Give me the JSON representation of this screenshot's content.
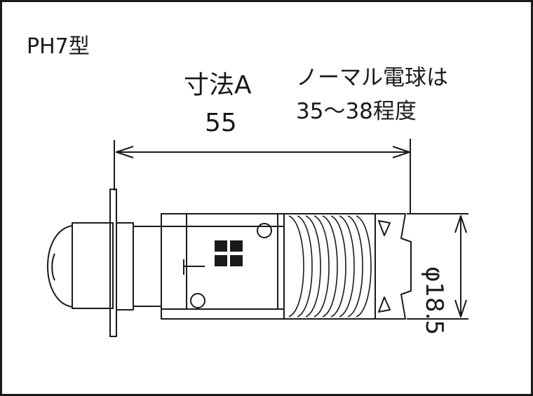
{
  "title": "PH7型",
  "dimension": {
    "label": "寸法A",
    "value": "55"
  },
  "note": {
    "line1": "ノーマル電球は",
    "line2": "35〜38程度"
  },
  "diameter_label": "φ18.5"
}
